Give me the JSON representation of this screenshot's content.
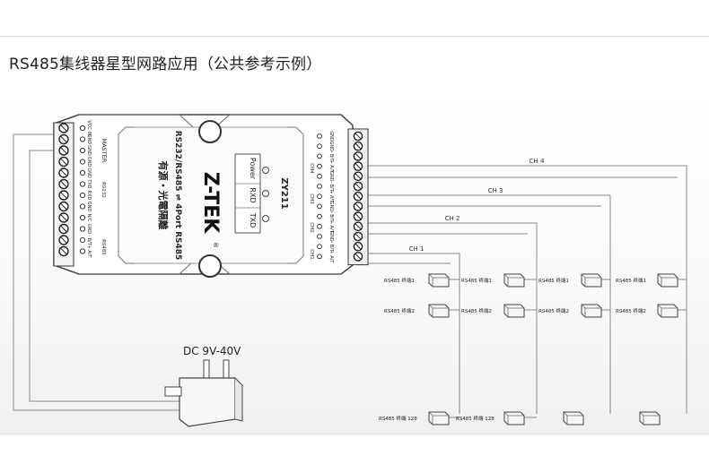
{
  "title": "RS485集线器星型网路应用（公共参考示例）",
  "device": {
    "brand": "Z-TEK",
    "registered": "®",
    "model": "ZY211",
    "subtitle_cn": "有源・光電隔離",
    "subtitle_en": "RS232/RS485 ⇌ 4Port RS485",
    "leds": {
      "txd": "TXD",
      "rxd": "RXD",
      "power": "Power"
    },
    "left_terminals": [
      "VCC IN",
      "GND",
      "GND",
      "GND",
      "GND",
      "TXD",
      "RXD",
      "GND",
      "N/C",
      "GND",
      "- B/T",
      "+ A/T"
    ],
    "left_group_labels": {
      "master": "MASTER",
      "rs232": "RS232",
      "rs485": "RS485"
    },
    "right_terminals": [
      "GND",
      "GND",
      "- B/T",
      "+ A/T",
      "GND",
      "- B/T",
      "+ A/T",
      "GND",
      "- B/T",
      "+ A/T",
      "GND",
      "- B/T",
      "+ A/T"
    ],
    "right_channel_labels": [
      "CH4",
      "CH3",
      "CH2",
      "CH1"
    ]
  },
  "power": {
    "label": "DC  9V-40V"
  },
  "buses": [
    {
      "label": "CH 4"
    },
    {
      "label": "CH 3"
    },
    {
      "label": "CH 2"
    },
    {
      "label": "CH 1"
    }
  ],
  "terminal_labels": {
    "t1": "RS485 终端1",
    "t2": "RS485 终端2",
    "t128": "RS485 终端 128"
  },
  "colors": {
    "line": "#8a8a8a",
    "device_fill": "#ffffff",
    "device_stroke": "#444444",
    "terminal_block": "#f2f2f2"
  }
}
